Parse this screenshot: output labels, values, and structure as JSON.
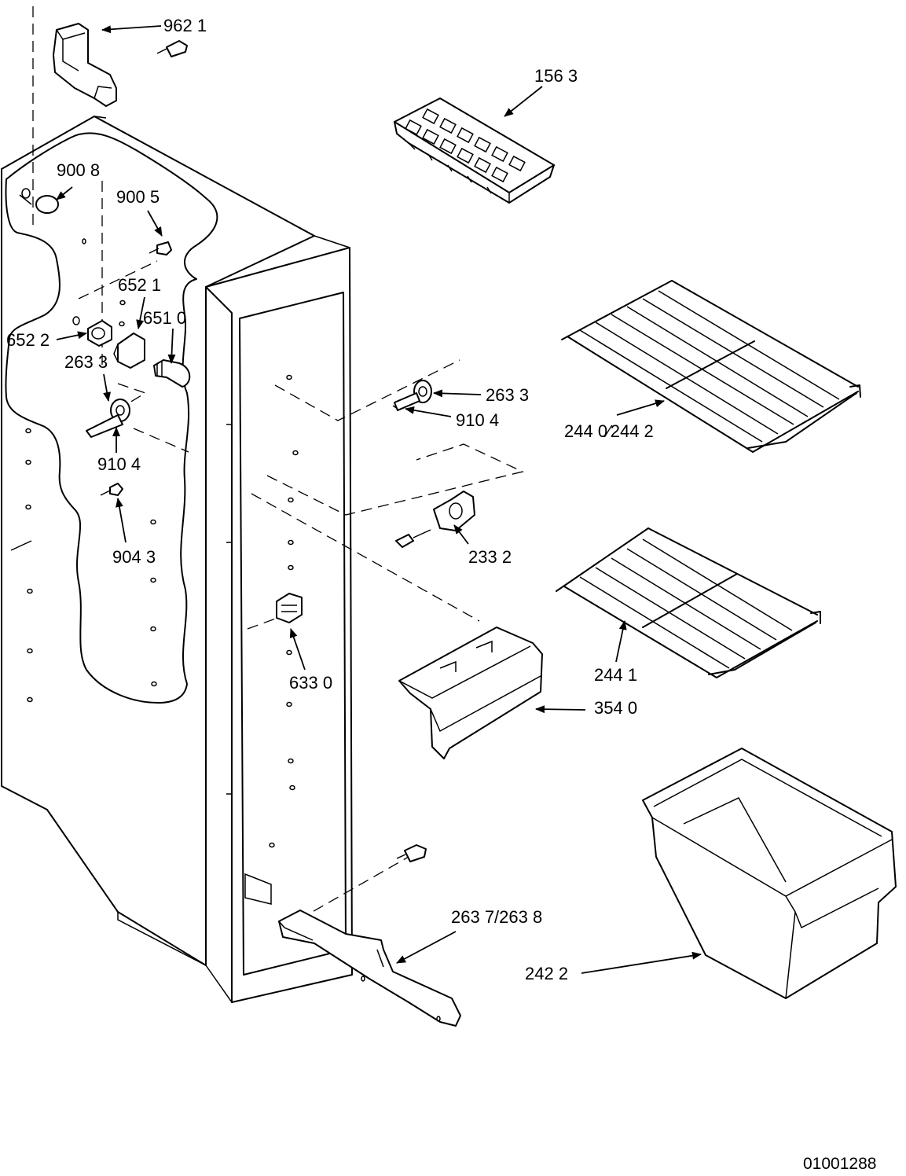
{
  "diagram": {
    "callouts": {
      "p9621": "962 1",
      "p1563": "156 3",
      "p9008": "900 8",
      "p9005": "900 5",
      "p6521": "652 1",
      "p6510": "651 0",
      "p6522": "652 2",
      "p2633_left": "263 3",
      "p9104_left": "910 4",
      "p9043": "904 3",
      "p2633_right": "263 3",
      "p9104_right": "910 4",
      "p2440": "244 0∕244 2",
      "p2332": "233 2",
      "p2441": "244 1",
      "p6330": "633 0",
      "p3540": "354 0",
      "p2637": "263 7/263 8",
      "p2422": "242 2"
    },
    "drawing_code": "01001288"
  }
}
